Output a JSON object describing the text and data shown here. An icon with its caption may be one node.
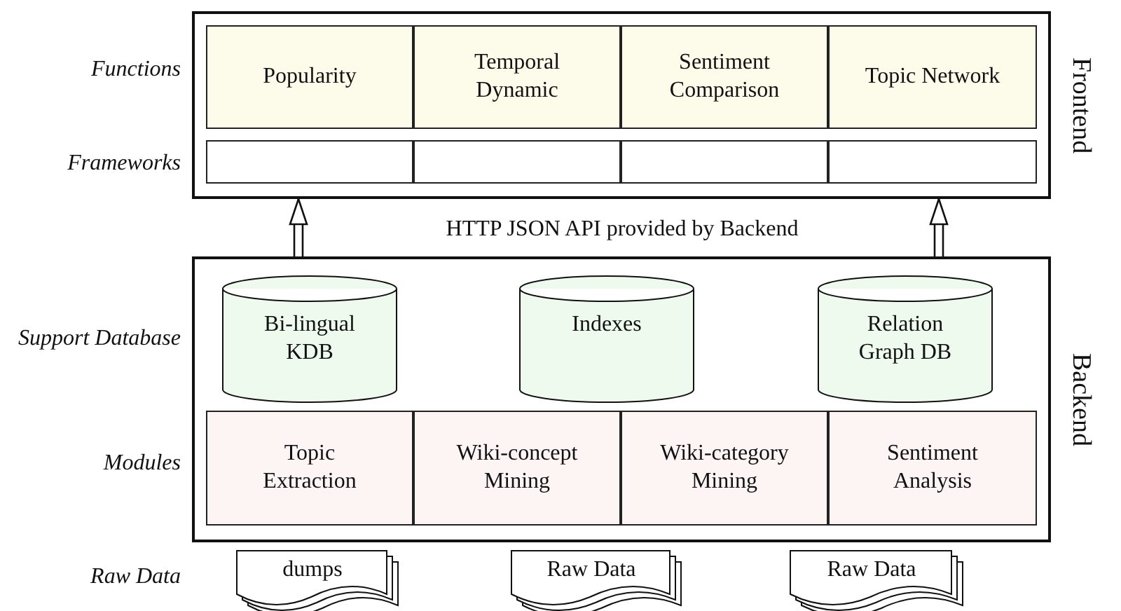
{
  "diagram": {
    "nodes": [
      {
        "text": [
          "Frontend"
        ]
      },
      {
        "text": [
          "Popularity"
        ],
        "in": 0
      },
      {
        "text": [
          "Temporal Dynamic"
        ],
        "in": 0
      },
      {
        "text": [
          "Sentiment Comparison"
        ],
        "in": 0
      },
      {
        "text": [
          "Topic Network"
        ],
        "in": 0
      },
      {
        "text": [],
        "shape": "box",
        "in": 0
      },
      {
        "text": [],
        "shape": "box",
        "in": 0
      },
      {
        "text": [],
        "shape": "box",
        "in": 0
      },
      {
        "text": [],
        "shape": "box",
        "in": 0
      },
      {
        "text": [
          "Backend"
        ]
      },
      {
        "text": [
          "Bi-lingual KDB"
        ],
        "in": 9
      },
      {
        "text": [
          "Indexes"
        ],
        "in": 9
      },
      {
        "text": [
          "Relation Graph DB"
        ],
        "in": 9
      },
      {
        "text": [
          "Topic Extraction"
        ],
        "in": 9
      },
      {
        "text": [
          "Wiki-concept Mining"
        ],
        "in": 9
      },
      {
        "text": [
          "Wiki-category Mining"
        ],
        "in": 9
      },
      {
        "text": [
          "Sentiment Analysis"
        ],
        "in": 9
      },
      {
        "text": [
          "dumps"
        ]
      },
      {
        "text": [
          "Raw Data"
        ]
      },
      {
        "text": [
          "Raw Data"
        ]
      }
    ],
    "edges": [
      {
        "from": 9,
        "to": 0,
        "arrow": "to"
      },
      {
        "from": 9,
        "to": 0,
        "arrow": "to"
      }
    ],
    "labels": [
      "Functions",
      "Frameworks",
      "HTTP JSON API provided by Backend",
      "Support Database",
      "Modules",
      "Raw Data"
    ]
  }
}
